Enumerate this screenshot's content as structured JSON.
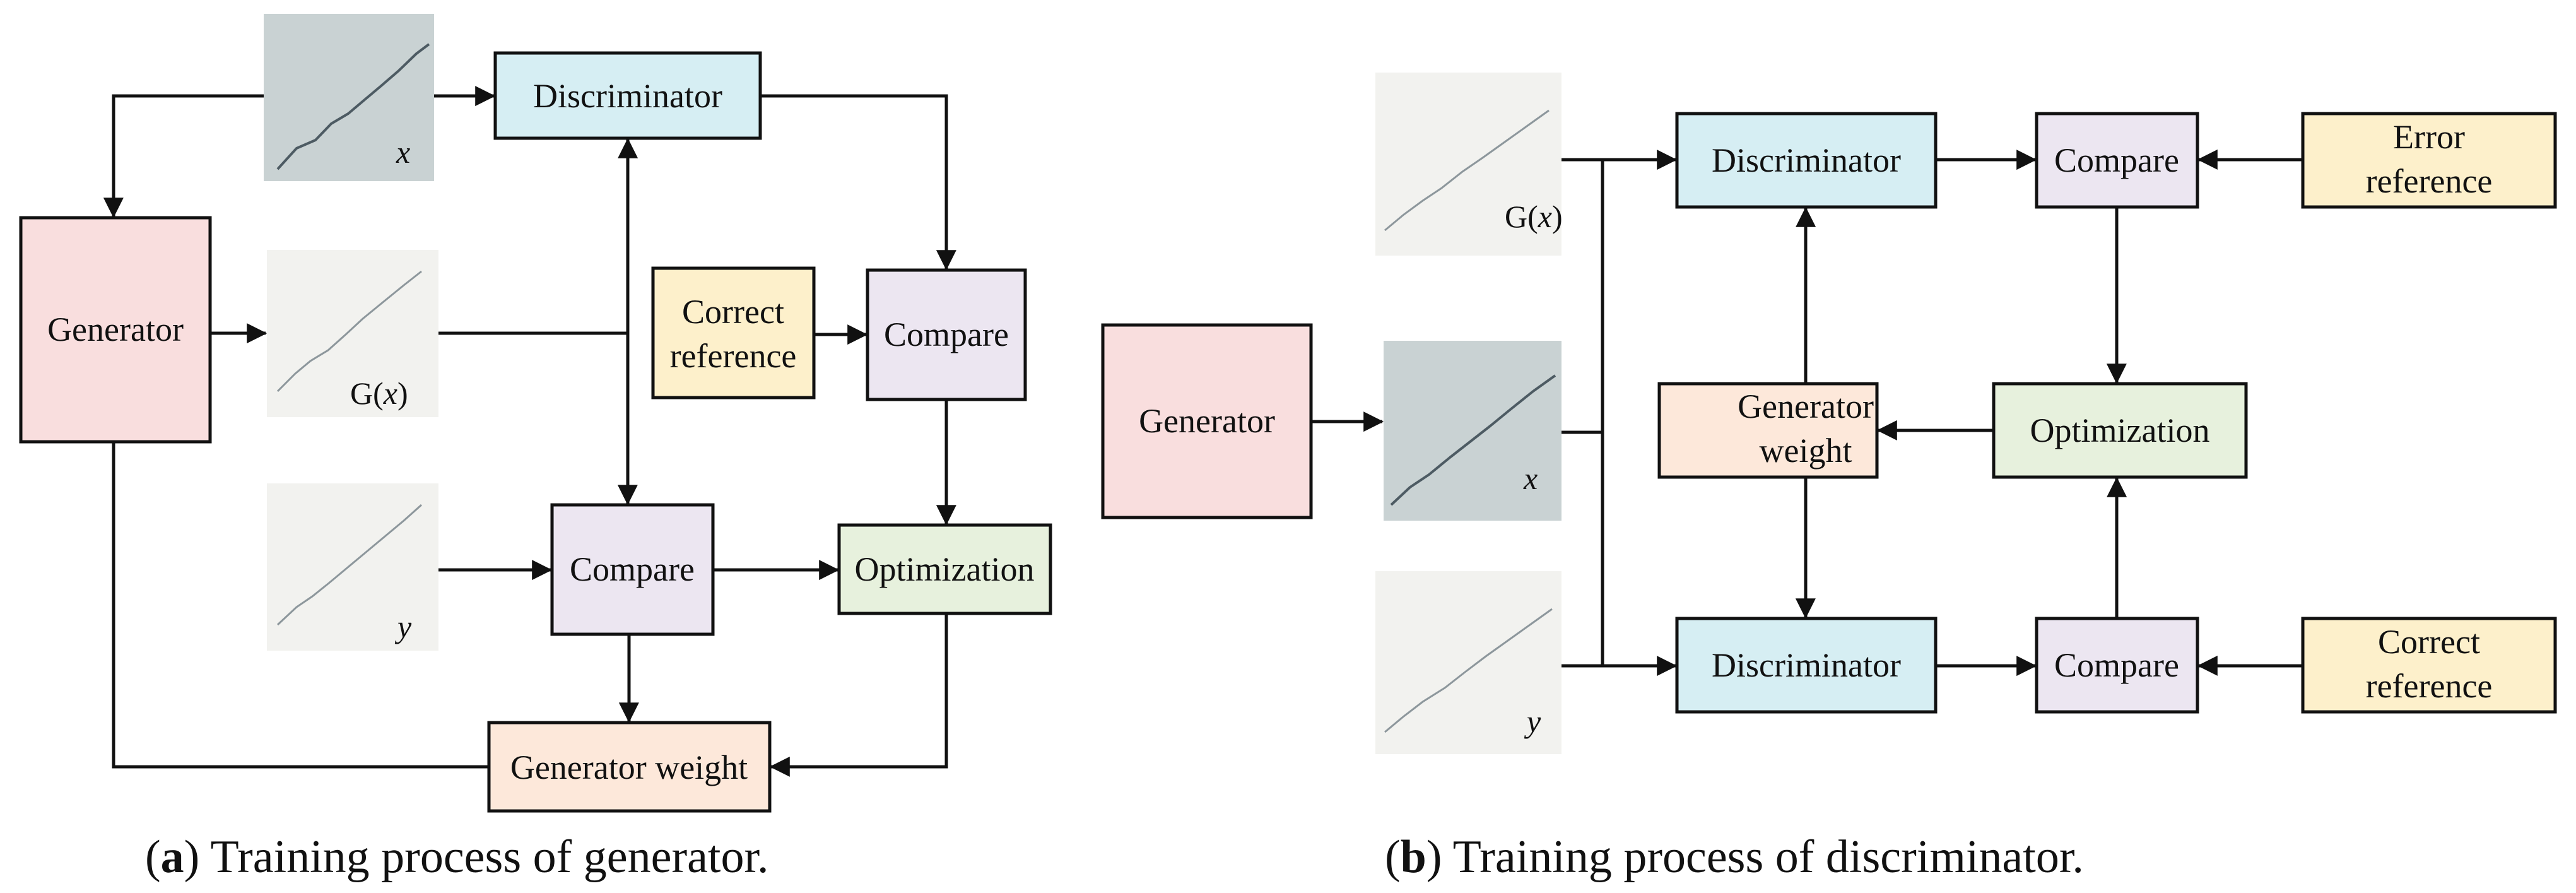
{
  "panel_a": {
    "caption_letter": "a",
    "caption_text": " Training process of generator.",
    "nodes": {
      "generator": "Generator",
      "discriminator": "Discriminator",
      "compare_top": "Compare",
      "compare_mid": "Compare",
      "correct_reference_line1": "Correct",
      "correct_reference_line2": "reference",
      "optimization": "Optimization",
      "generator_weight": "Generator weight"
    },
    "image_labels": {
      "x": "x",
      "gx_prefix": "G(",
      "gx_var": "x",
      "gx_suffix": ")",
      "y": "y"
    }
  },
  "panel_b": {
    "caption_letter": "b",
    "caption_text": " Training process of discriminator.",
    "nodes": {
      "generator": "Generator",
      "discriminator_top": "Discriminator",
      "discriminator_bottom": "Discriminator",
      "compare_top": "Compare",
      "compare_bottom": "Compare",
      "error_reference_line1": "Error",
      "error_reference_line2": "reference",
      "correct_reference_line1": "Correct",
      "correct_reference_line2": "reference",
      "optimization": "Optimization",
      "generator_weight_line1": "Generator",
      "generator_weight_line2": "weight"
    },
    "image_labels": {
      "x": "x",
      "gx_prefix": "G(",
      "gx_var": "x",
      "gx_suffix": ")",
      "y": "y"
    }
  },
  "colors": {
    "generator": "#f9dede",
    "discriminator": "#d6eef3",
    "compare": "#ece6f1",
    "reference": "#fdf0cb",
    "optimization": "#e7f1dd",
    "generator_weight": "#fde8da",
    "image_x": "#c9d2d3",
    "image_other": "#f2f2ef"
  }
}
